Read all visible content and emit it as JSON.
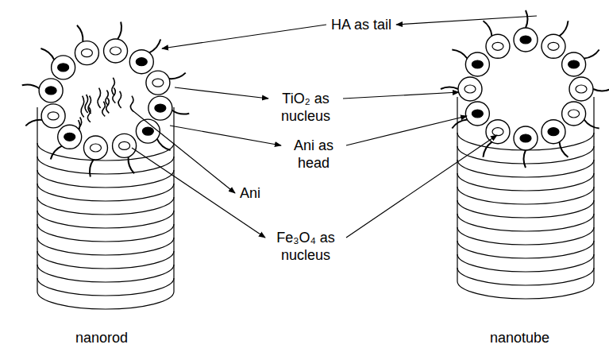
{
  "diagram": {
    "labels": [
      "HA as tail",
      "TiO₂ as nucleus",
      "Ani as head",
      "Ani",
      "Fe₃O₄ as nucleus",
      "nanorod",
      "nanotube"
    ]
  }
}
